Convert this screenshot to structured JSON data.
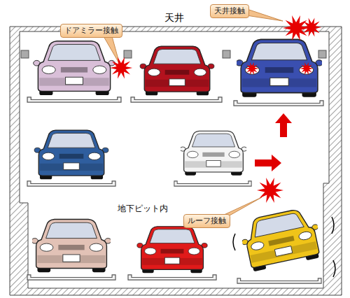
{
  "diagram": {
    "nodes": [
      {
        "text": [
          "天井接触"
        ]
      },
      {
        "text": [
          "ドアミラー接触"
        ]
      },
      {
        "text": [
          "ルーフ接触"
        ]
      }
    ],
    "labels": [
      "天井",
      "地下ピット内"
    ]
  }
}
